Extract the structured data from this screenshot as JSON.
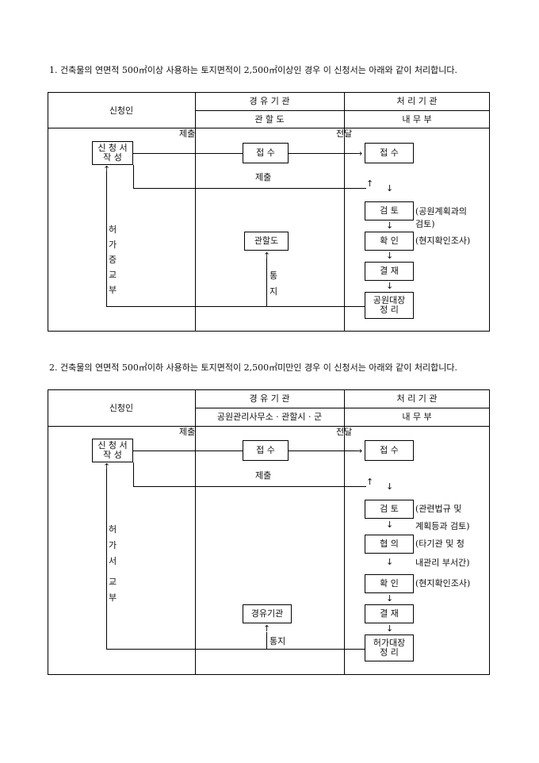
{
  "section1": {
    "heading": "1. 건축물의 연면적 500㎡이상 사용하는 토지면적이 2,500㎡이상인 경우 이 신청서는 아래와 같이 처리합니다.",
    "col_applicant": "신청인",
    "col_via": "경 유 기 관",
    "col_via_sub": "관 할 도",
    "col_proc": "처 리 기 관",
    "col_proc_sub": "내 무 부",
    "submit_label": "제출",
    "deliver_label": "전달",
    "apply_box": "신 청 서\n작 성",
    "via_receive": "접 수",
    "via_submit": "제출",
    "proc_receive": "접 수",
    "review": "검 토",
    "review_note": "(공원계획과의\n검토)",
    "confirm": "확 인",
    "confirm_note": "(현지확인조사)",
    "approve": "결 재",
    "register": "공원대장\n정 리",
    "jurisdiction": "관할도",
    "notify": [
      "통",
      "지"
    ],
    "permit": [
      "허",
      "가",
      "증",
      "교",
      "부"
    ]
  },
  "section2": {
    "heading": "2. 건축물의 연면적 500㎡이하 사용하는 토지면적이 2,500㎡미만인 경우 이 신청서는 아래와 같이 처리합니다.",
    "col_applicant": "신청인",
    "col_via": "경 유 기 관",
    "col_via_sub": "공원관리사무소 · 관할시 · 군",
    "col_proc": "처 리 기 관",
    "col_proc_sub": "내 무 부",
    "submit_label": "제출",
    "deliver_label": "전달",
    "apply_box": "신 청 서\n작 성",
    "via_receive": "접 수",
    "via_submit": "제출",
    "proc_receive": "접 수",
    "review": "검 토",
    "review_note1": "(관련법규 및",
    "review_note2": "계획등과 검토)",
    "consult": "협 의",
    "consult_note1": "(타기관 및 청",
    "consult_note2": "내관리 부서간)",
    "confirm": "확 인",
    "confirm_note": "(현지확인조사)",
    "approve": "결 재",
    "register": "허가대장\n정 리",
    "via_agency": "경유기관",
    "notify": "통지",
    "permit": [
      "허",
      "가",
      "서",
      "교",
      "부"
    ]
  }
}
